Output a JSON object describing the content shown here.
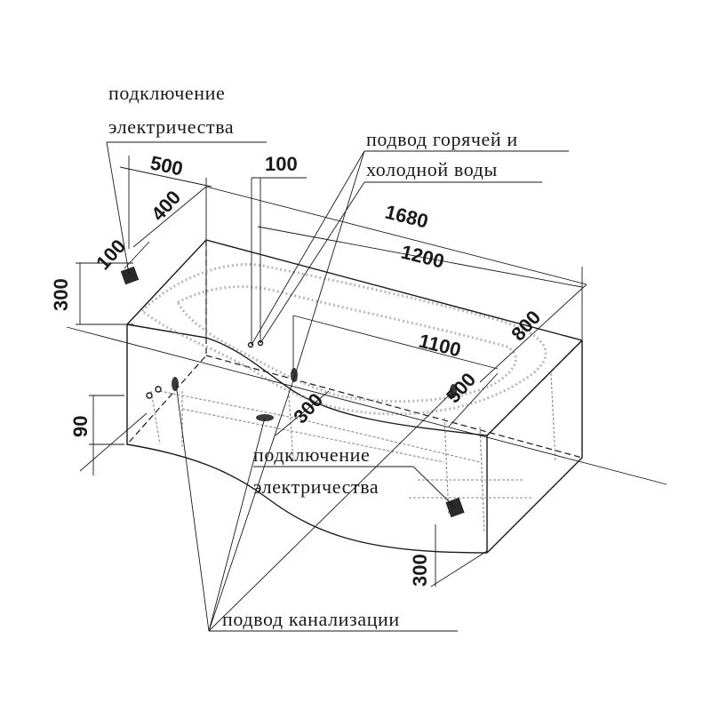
{
  "labels": {
    "electricity_top_line1": "подключение",
    "electricity_top_line2": "электричества",
    "water_line1": "подвод горячей и",
    "water_line2": "холодной воды",
    "electricity_mid_line1": "подключение",
    "electricity_mid_line2": "электричества",
    "sewage": "подвод канализации"
  },
  "dimensions": {
    "d500_top": "500",
    "d100_top": "100",
    "d400": "400",
    "d100_left": "100",
    "d300_left": "300",
    "d1680": "1680",
    "d1200": "1200",
    "d800": "800",
    "d1100": "1100",
    "d500_right": "500",
    "d300_center": "300",
    "d90": "90",
    "d300_bottom": "300"
  }
}
